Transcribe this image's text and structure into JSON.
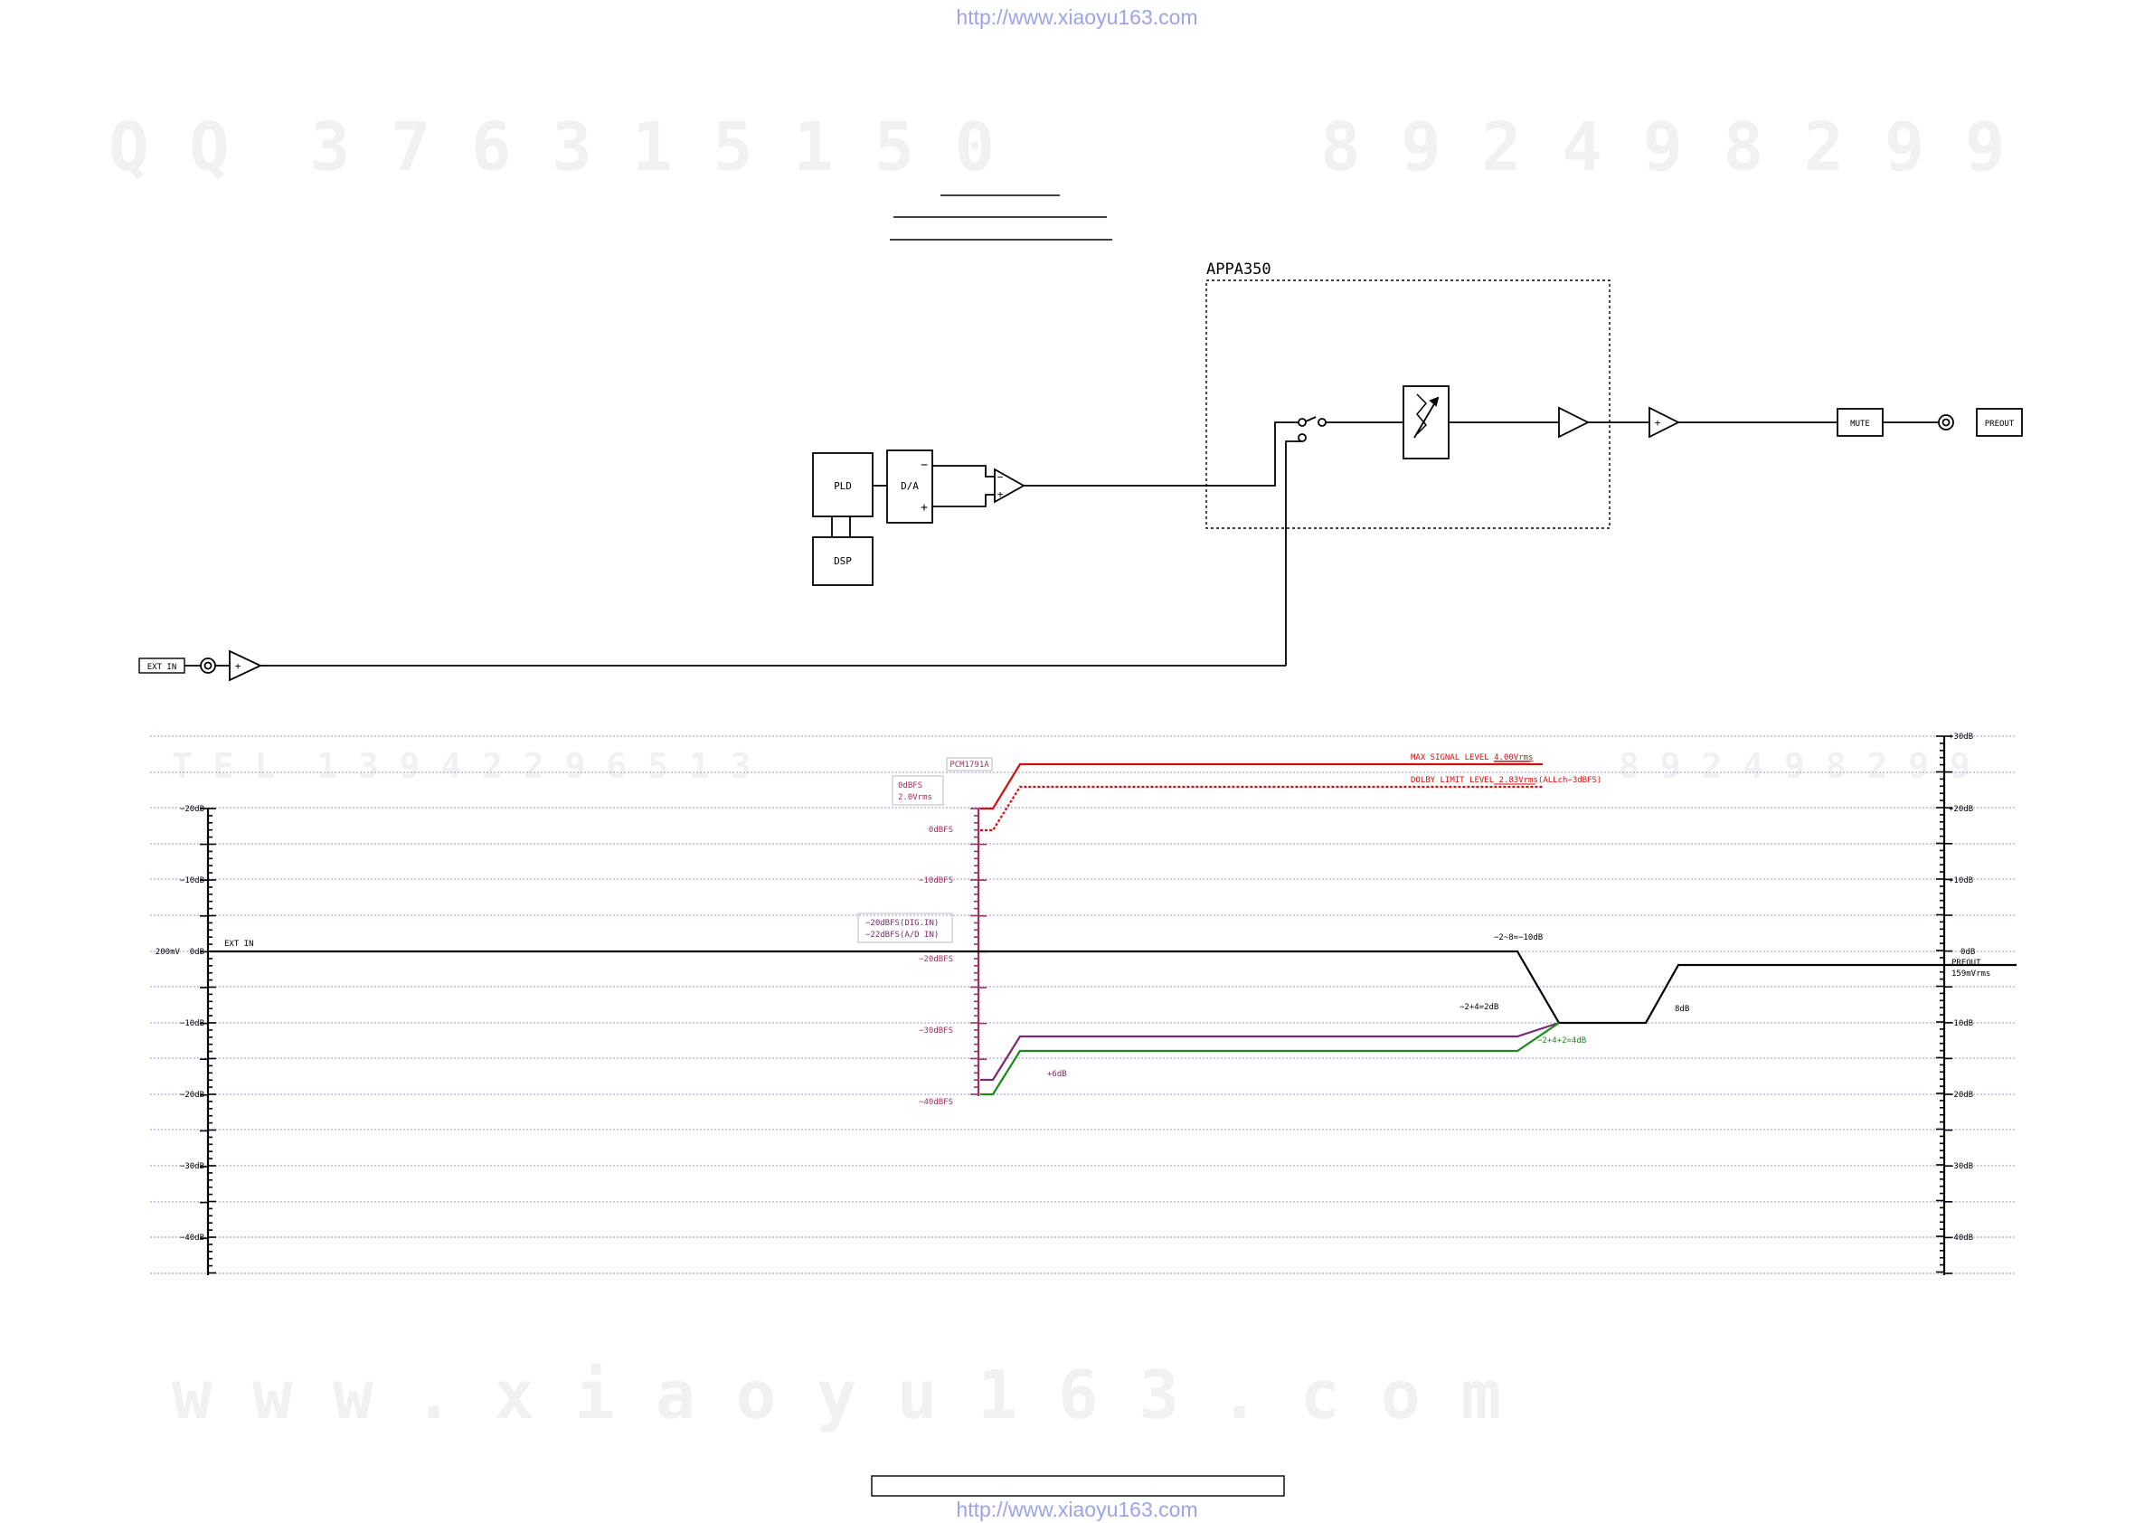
{
  "header": {
    "url": "http://www.xiaoyu163.com"
  },
  "footer": {
    "url": "http://www.xiaoyu163.com"
  },
  "watermark": {
    "qq_line": "Q Q  3 7 6 3 1 5 1 5 0",
    "num_line": "8 9 2 4 9 8 2 9 9",
    "tel_line": "T E L  1 3 9 4 2 2 9 6 5 1 3",
    "tel_line_right": "8 9 2 4 9 8 2 9 9",
    "www_line": "w w w . x i a o y u 1 6 3 . c o m"
  },
  "colors": {
    "line": "#000000",
    "max_level": "#d01010",
    "pcm": "#9c3060",
    "purple": "#7a2a70",
    "green": "#1a8a1a",
    "grid": "#a8a8dc",
    "watermark": "#f1f1f1"
  },
  "block_diagram": {
    "appa_label": "APPA350",
    "pld": "PLD",
    "dsp": "DSP",
    "da": "D/A",
    "mute": "MUTE",
    "preout": "PREOUT",
    "ext_in": "EXT IN",
    "minus": "−",
    "plus": "+"
  },
  "level_chart": {
    "left_scale": [
      "−20dB",
      "−10dB",
      "200mV  0dB",
      "−10dB",
      "−20dB",
      "−30dB",
      "−40dB"
    ],
    "right_scale": [
      "+30dB",
      "+20dB",
      "+10dB",
      "0dB",
      "−10dB",
      "−20dB",
      "−30dB",
      "−40dB"
    ],
    "mid_scale": [
      "0dBFS",
      "−10dBFS",
      "−20dBFS",
      "−30dBFS",
      "−40dBFS"
    ],
    "ext_in_label": "EXT IN",
    "pcm_chip": "PCM1791A",
    "dbfs_box": [
      "0dBFS",
      "2.0Vrms"
    ],
    "dig_box": [
      "−20dBFS(DIG.IN)",
      "−22dBFS(A/D IN)"
    ],
    "max_signal_prefix": "MAX SIGNAL LEVEL ",
    "max_signal_value": "4.00Vrms",
    "dolby_prefix": "DOLBY LIMIT LEVEL ",
    "dolby_value": "2.83Vrms",
    "dolby_suffix": "(ALLch−3dBFS)",
    "plus6db": "+6dB",
    "label_m2_m8": "−2~8=−10dB",
    "label_m2_4": "−2+4=2dB",
    "label_m2_4_2": "−2+4+2=4dB",
    "label_8db": "8dB",
    "preout_label": "PREOUT",
    "preout_value": "159mVrms"
  }
}
